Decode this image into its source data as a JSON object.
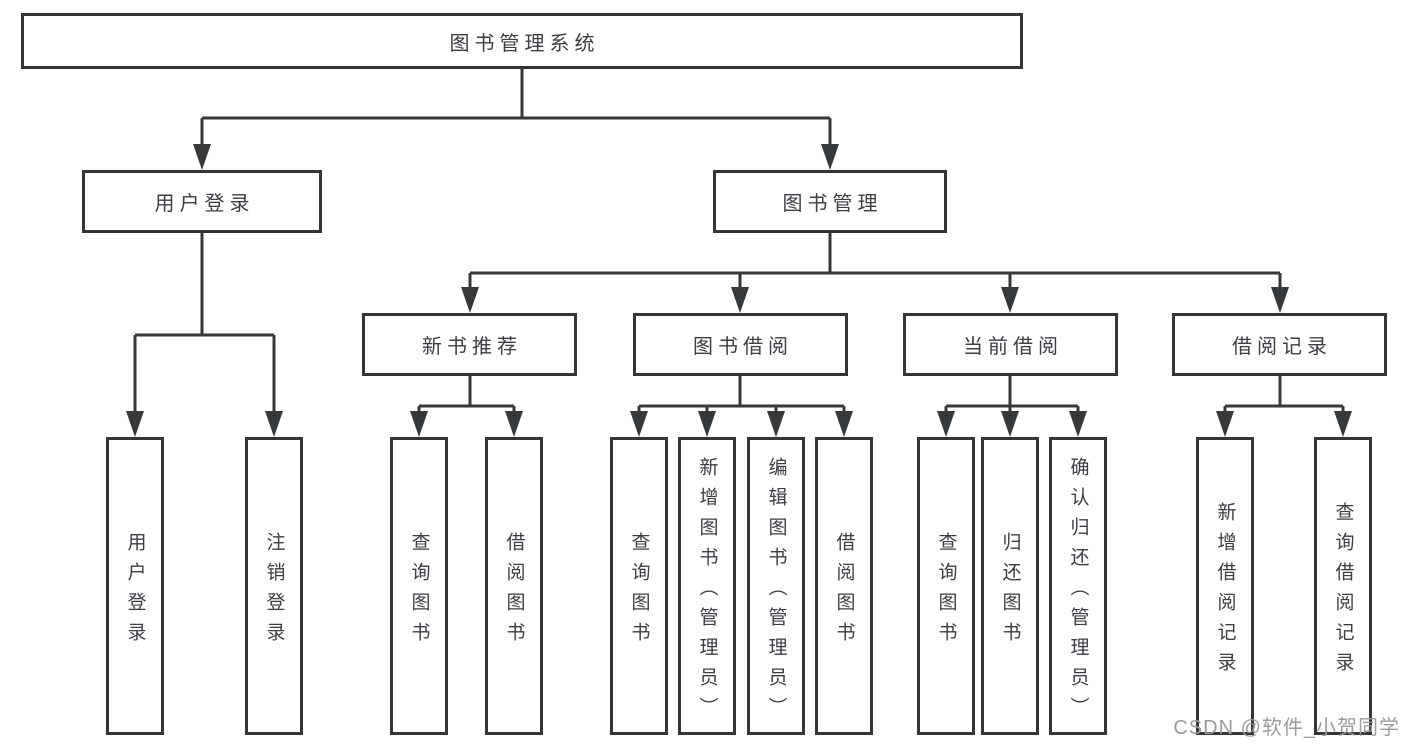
{
  "watermark": "CSDN @软件_小贺同学",
  "colors": {
    "line": "#36383a",
    "box_border": "#333538",
    "box_fill": "#ffffff",
    "text": "#3c3e44",
    "watermark": "#9b9b9b"
  },
  "tree": {
    "label": "图书管理系统",
    "children": [
      {
        "label": "用户登录",
        "children": [
          {
            "label": "用户登录"
          },
          {
            "label": "注销登录"
          }
        ]
      },
      {
        "label": "图书管理",
        "children": [
          {
            "label": "新书推荐",
            "children": [
              {
                "label": "查询图书"
              },
              {
                "label": "借阅图书"
              }
            ]
          },
          {
            "label": "图书借阅",
            "children": [
              {
                "label": "查询图书"
              },
              {
                "label": "新增图书（管理员）"
              },
              {
                "label": "编辑图书（管理员）"
              },
              {
                "label": "借阅图书"
              }
            ]
          },
          {
            "label": "当前借阅",
            "children": [
              {
                "label": "查询图书"
              },
              {
                "label": "归还图书"
              },
              {
                "label": "确认归还（管理员）"
              }
            ]
          },
          {
            "label": "借阅记录",
            "children": [
              {
                "label": "新增借阅记录"
              },
              {
                "label": "查询借阅记录"
              }
            ]
          }
        ]
      }
    ]
  }
}
